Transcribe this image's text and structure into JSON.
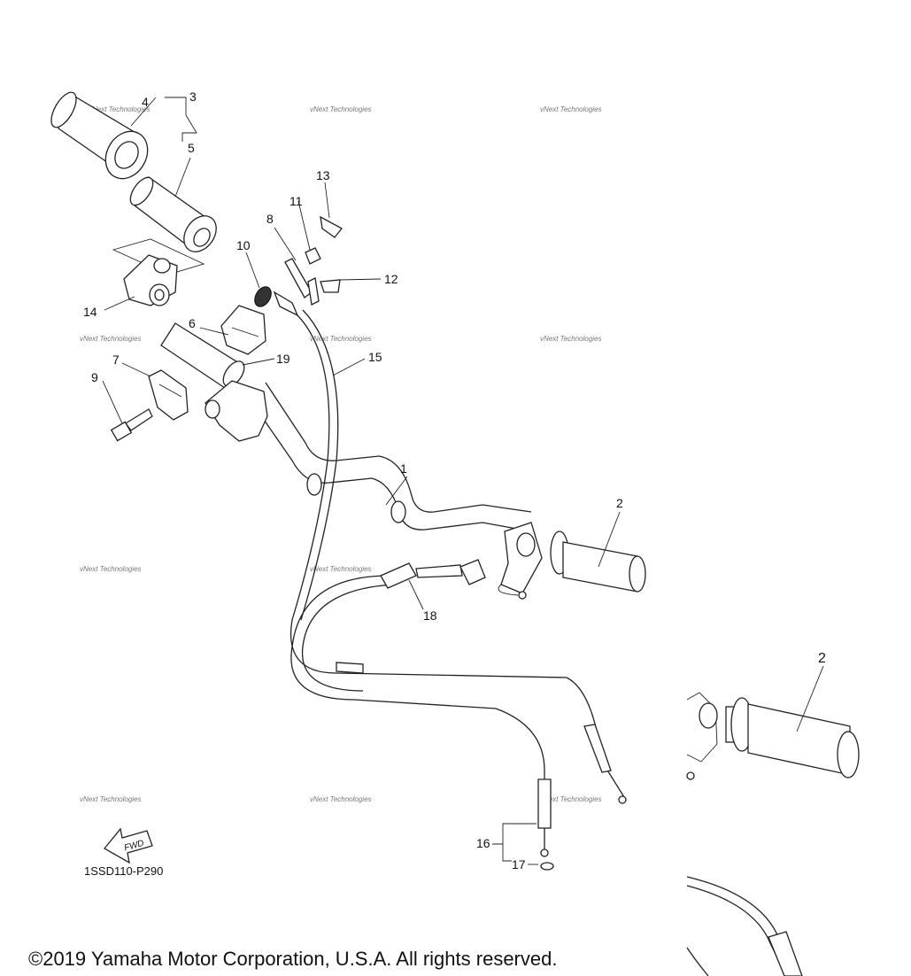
{
  "diagram": {
    "callouts": [
      "1",
      "2",
      "3",
      "4",
      "5",
      "6",
      "7",
      "8",
      "9",
      "10",
      "11",
      "12",
      "13",
      "14",
      "15",
      "16",
      "17",
      "18",
      "19"
    ],
    "detail_callout": "2",
    "direction_label": "FWD",
    "diagram_code": "1SSD110-P290",
    "watermark": "vNext Technologies"
  },
  "footer": {
    "copyright": "©2019 Yamaha Motor Corporation, U.S.A. All rights reserved."
  }
}
